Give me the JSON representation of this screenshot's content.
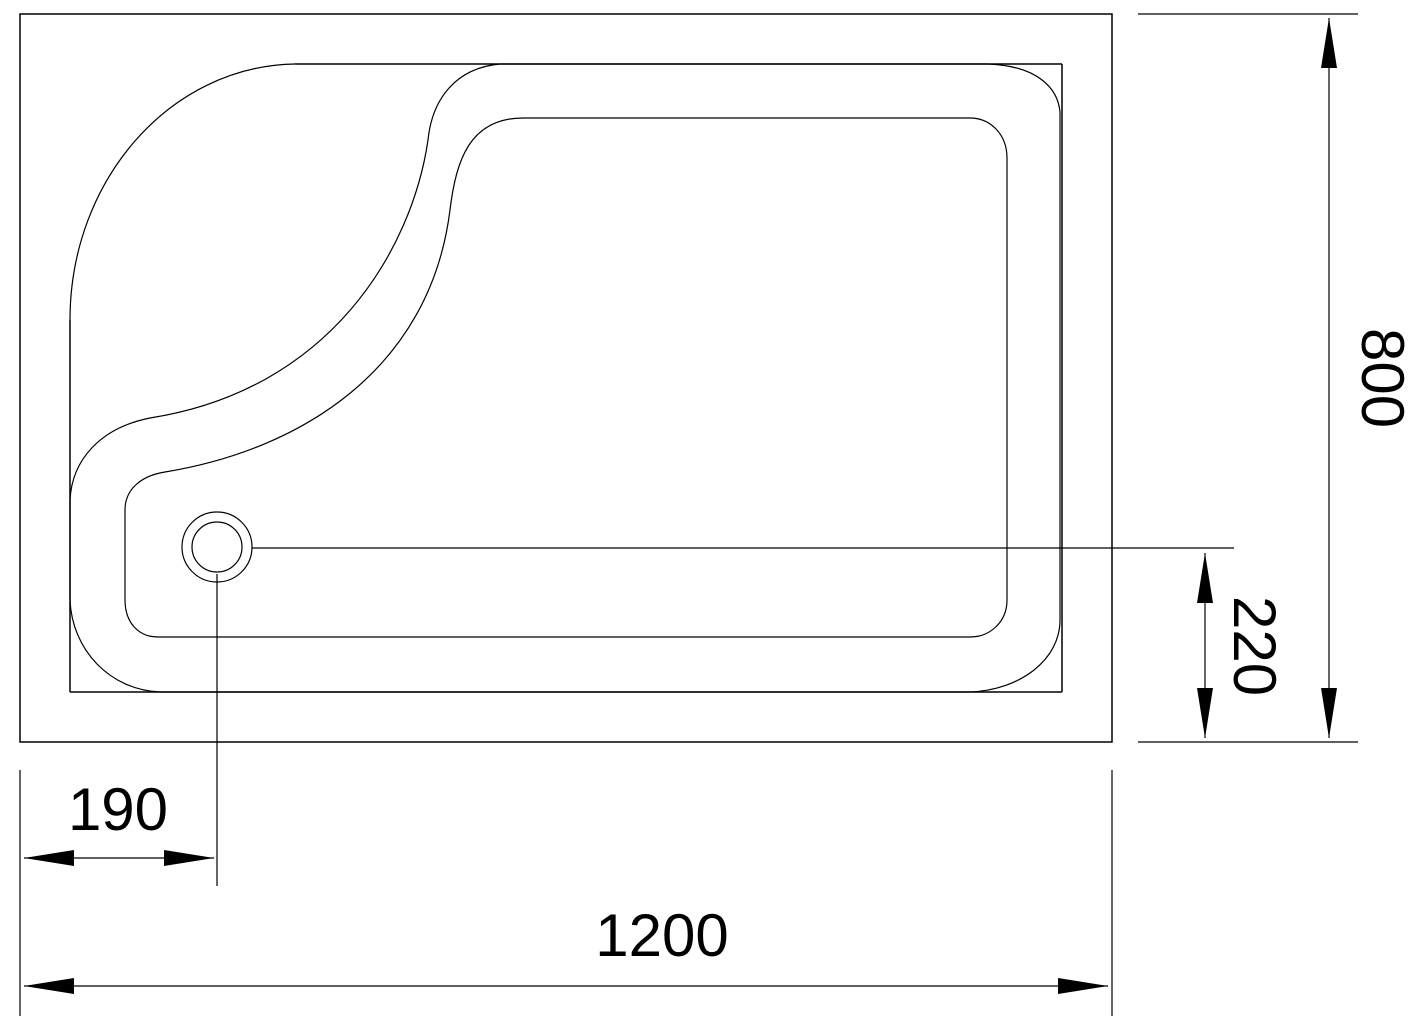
{
  "drawing": {
    "subject": "shower tray plan view",
    "colors": {
      "line": "#000000",
      "background": "#ffffff"
    },
    "dimensions": {
      "overall_width": "1200",
      "overall_depth": "800",
      "drain_offset_x": "190",
      "drain_offset_y": "220"
    }
  }
}
